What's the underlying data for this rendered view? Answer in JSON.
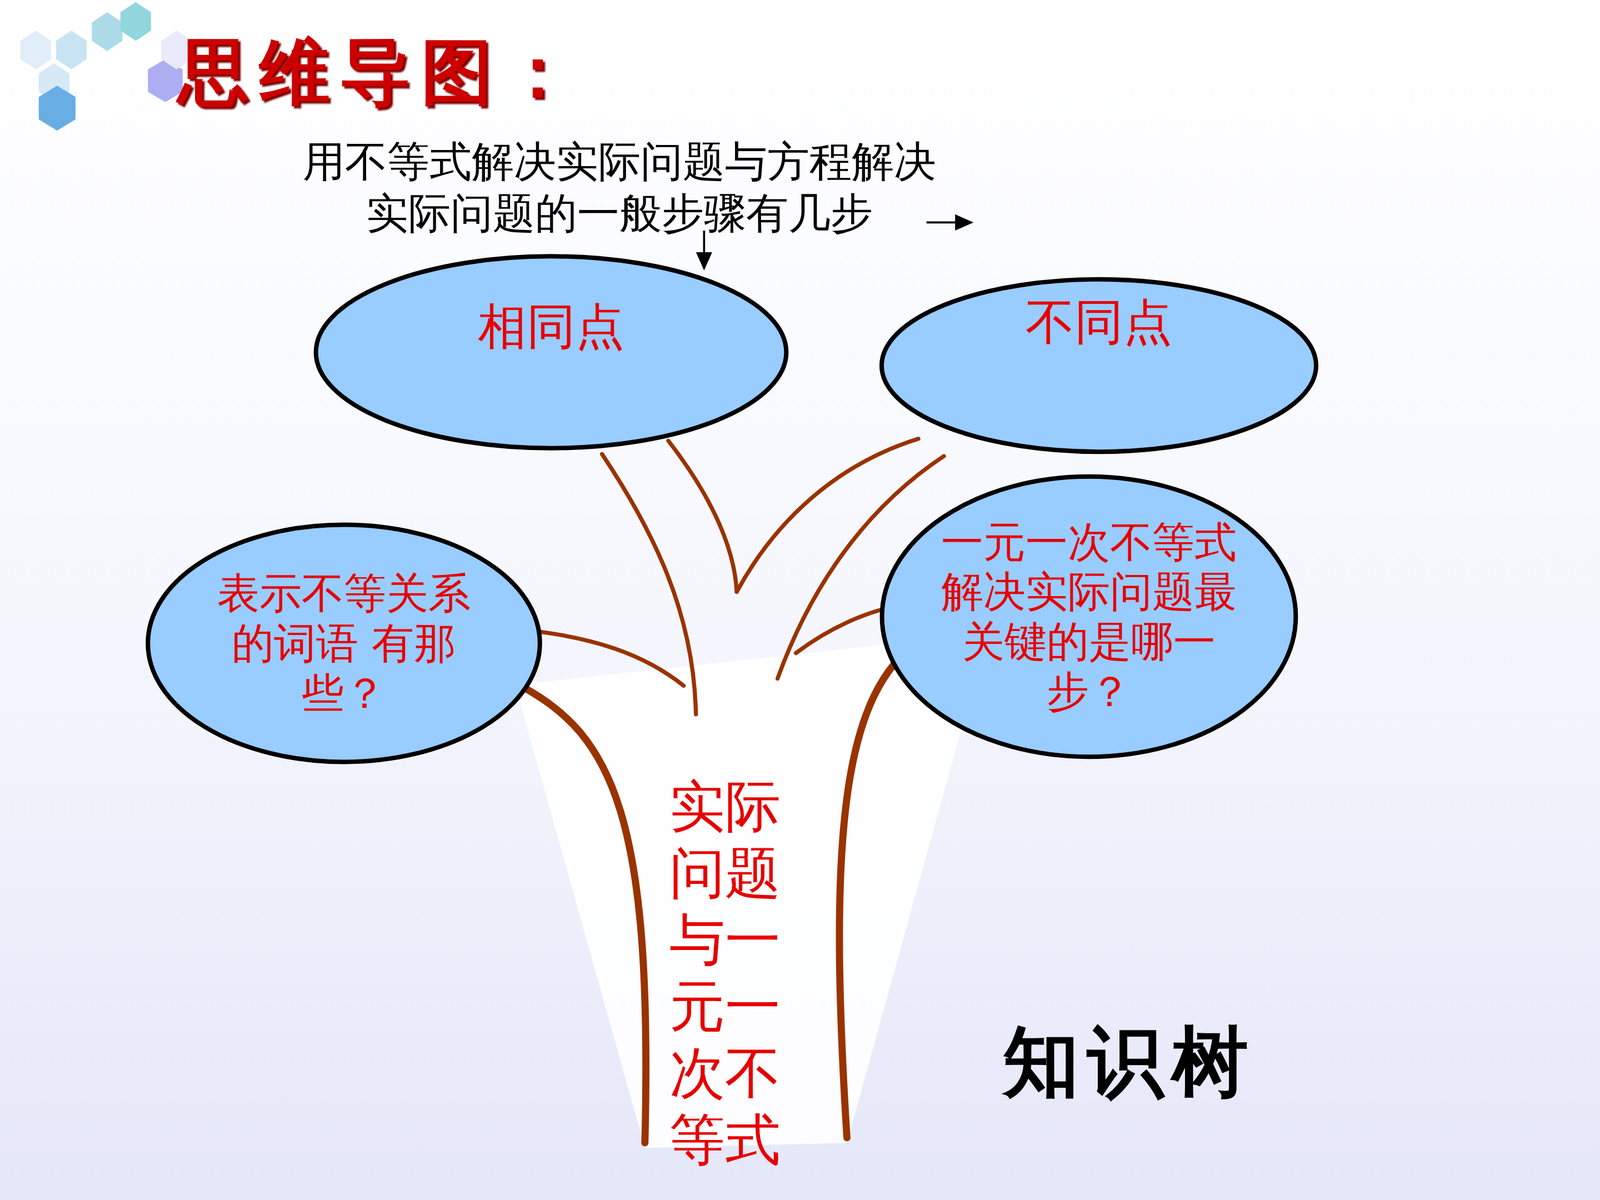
{
  "diagram": {
    "title": "思维导图：",
    "nodes": [
      {
        "text": [
          "相同点"
        ]
      },
      {
        "text": [
          "不同点"
        ]
      },
      {
        "text": [
          "表示不等关系的词语 有那些？"
        ]
      },
      {
        "text": [
          "一元一次不等式解决实际问题最关键的是哪一步？"
        ]
      }
    ],
    "labels": [
      "用不等式解决实际问题与方程解决实际问题的一般步骤有几步",
      "实际问题与一元一次不等式",
      "知识树"
    ]
  }
}
